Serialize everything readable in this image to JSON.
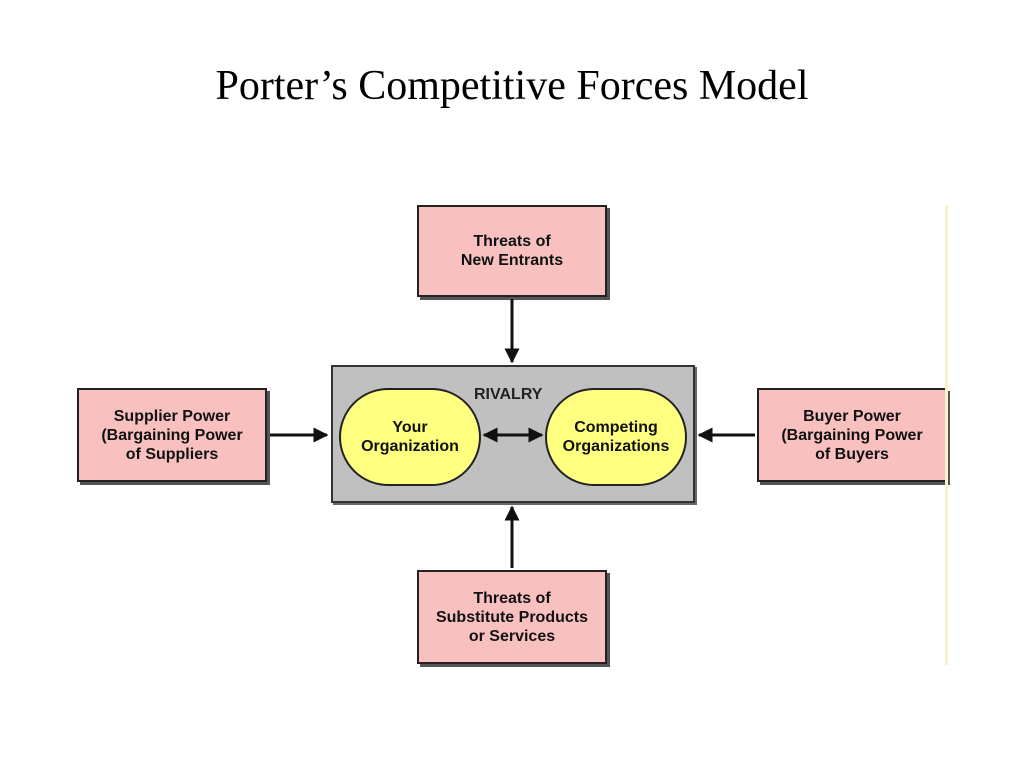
{
  "slide": {
    "title": "Porter’s Competitive Forces Model"
  },
  "diagram": {
    "colors": {
      "force_fill": "#f9c0c0",
      "rivalry_fill": "#c0c0c0",
      "org_fill": "#ffff80",
      "accent_line": "#f7f3c8"
    },
    "rivalry_label": "RIVALRY",
    "organizations": {
      "your": "Your\nOrganization",
      "competing": "Competing\nOrganizations"
    },
    "forces": {
      "new_entrants": "Threats of\nNew Entrants",
      "supplier": "Supplier Power\n(Bargaining Power\nof Suppliers",
      "buyer": "Buyer Power\n(Bargaining Power\nof Buyers",
      "substitutes": "Threats of\nSubstitute Products\nor Services"
    }
  }
}
